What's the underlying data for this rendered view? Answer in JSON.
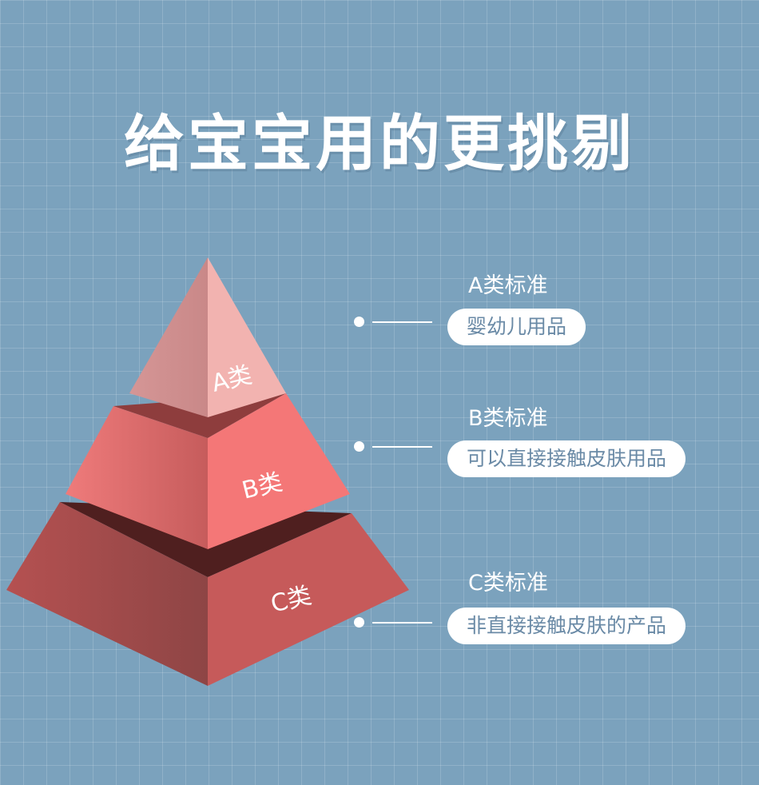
{
  "title": "给宝宝用的更挑剔",
  "levels": [
    {
      "label": "A类",
      "standard": "A类标准",
      "description": "婴幼儿用品"
    },
    {
      "label": "B类",
      "standard": "B类标准",
      "description": "可以直接接触皮肤用品"
    },
    {
      "label": "C类",
      "standard": "C类标准",
      "description": "非直接接触皮肤的产品"
    }
  ],
  "colors": {
    "background": "#7ba2bd",
    "level_a": "#f2b3b0",
    "level_b": "#f47777",
    "level_c": "#c65a5a"
  }
}
